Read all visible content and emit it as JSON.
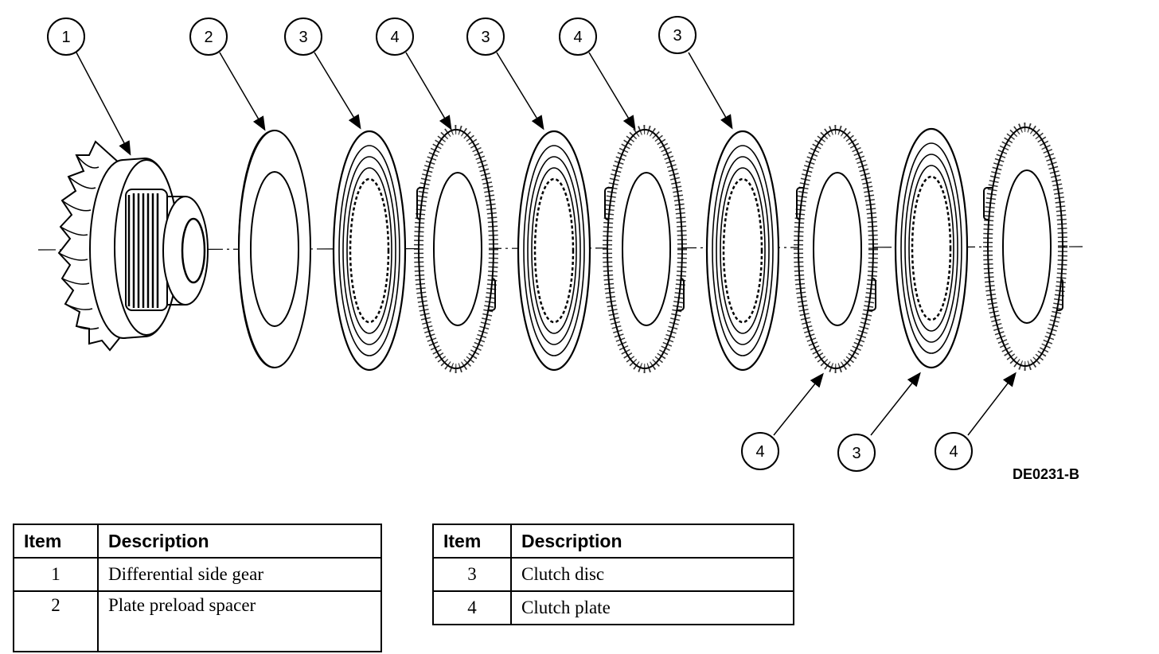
{
  "callouts": [
    {
      "number": "1"
    },
    {
      "number": "2"
    },
    {
      "number": "3"
    },
    {
      "number": "4"
    },
    {
      "number": "3"
    },
    {
      "number": "4"
    },
    {
      "number": "3"
    },
    {
      "number": "4"
    },
    {
      "number": "3"
    },
    {
      "number": "4"
    }
  ],
  "figure_id": "DE0231-B",
  "legend_left": {
    "header_item": "Item",
    "header_description": "Description",
    "rows": [
      {
        "item": "1",
        "description": "Differential side gear"
      },
      {
        "item": "2",
        "description": "Plate preload spacer"
      }
    ]
  },
  "legend_right": {
    "header_item": "Item",
    "header_description": "Description",
    "rows": [
      {
        "item": "3",
        "description": "Clutch disc"
      },
      {
        "item": "4",
        "description": "Clutch plate"
      }
    ]
  }
}
